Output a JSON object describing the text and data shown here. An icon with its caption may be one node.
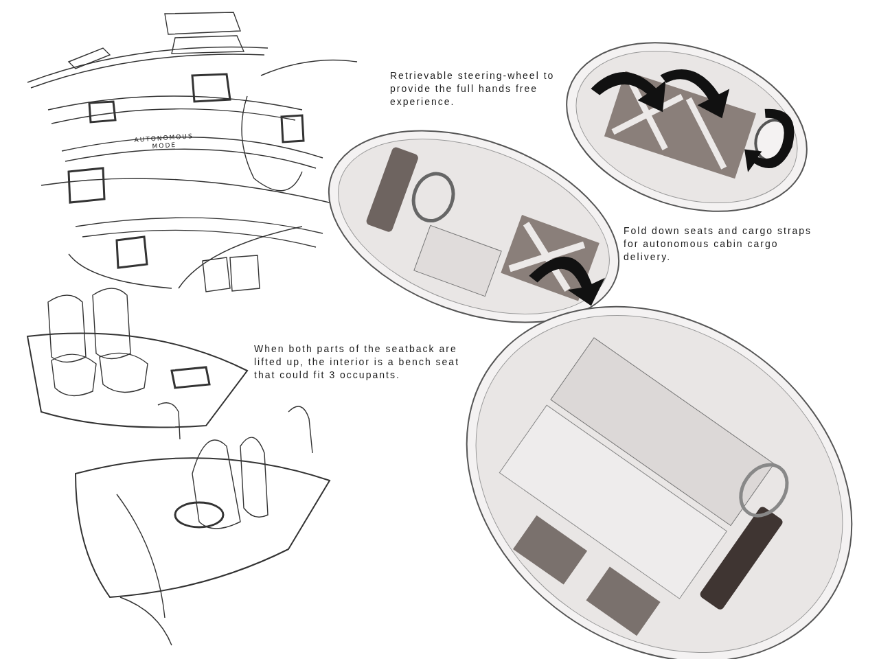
{
  "diagram": {
    "labels": [
      "AUTONOMOUS MODE",
      "Retrievable steering-wheel to provide the full hands free experience.",
      "Fold down seats and cargo straps for autonomous cabin cargo delivery.",
      "When both parts of the seatback are lifted up, the interior is a bench seat that could fit 3 occupants."
    ]
  }
}
